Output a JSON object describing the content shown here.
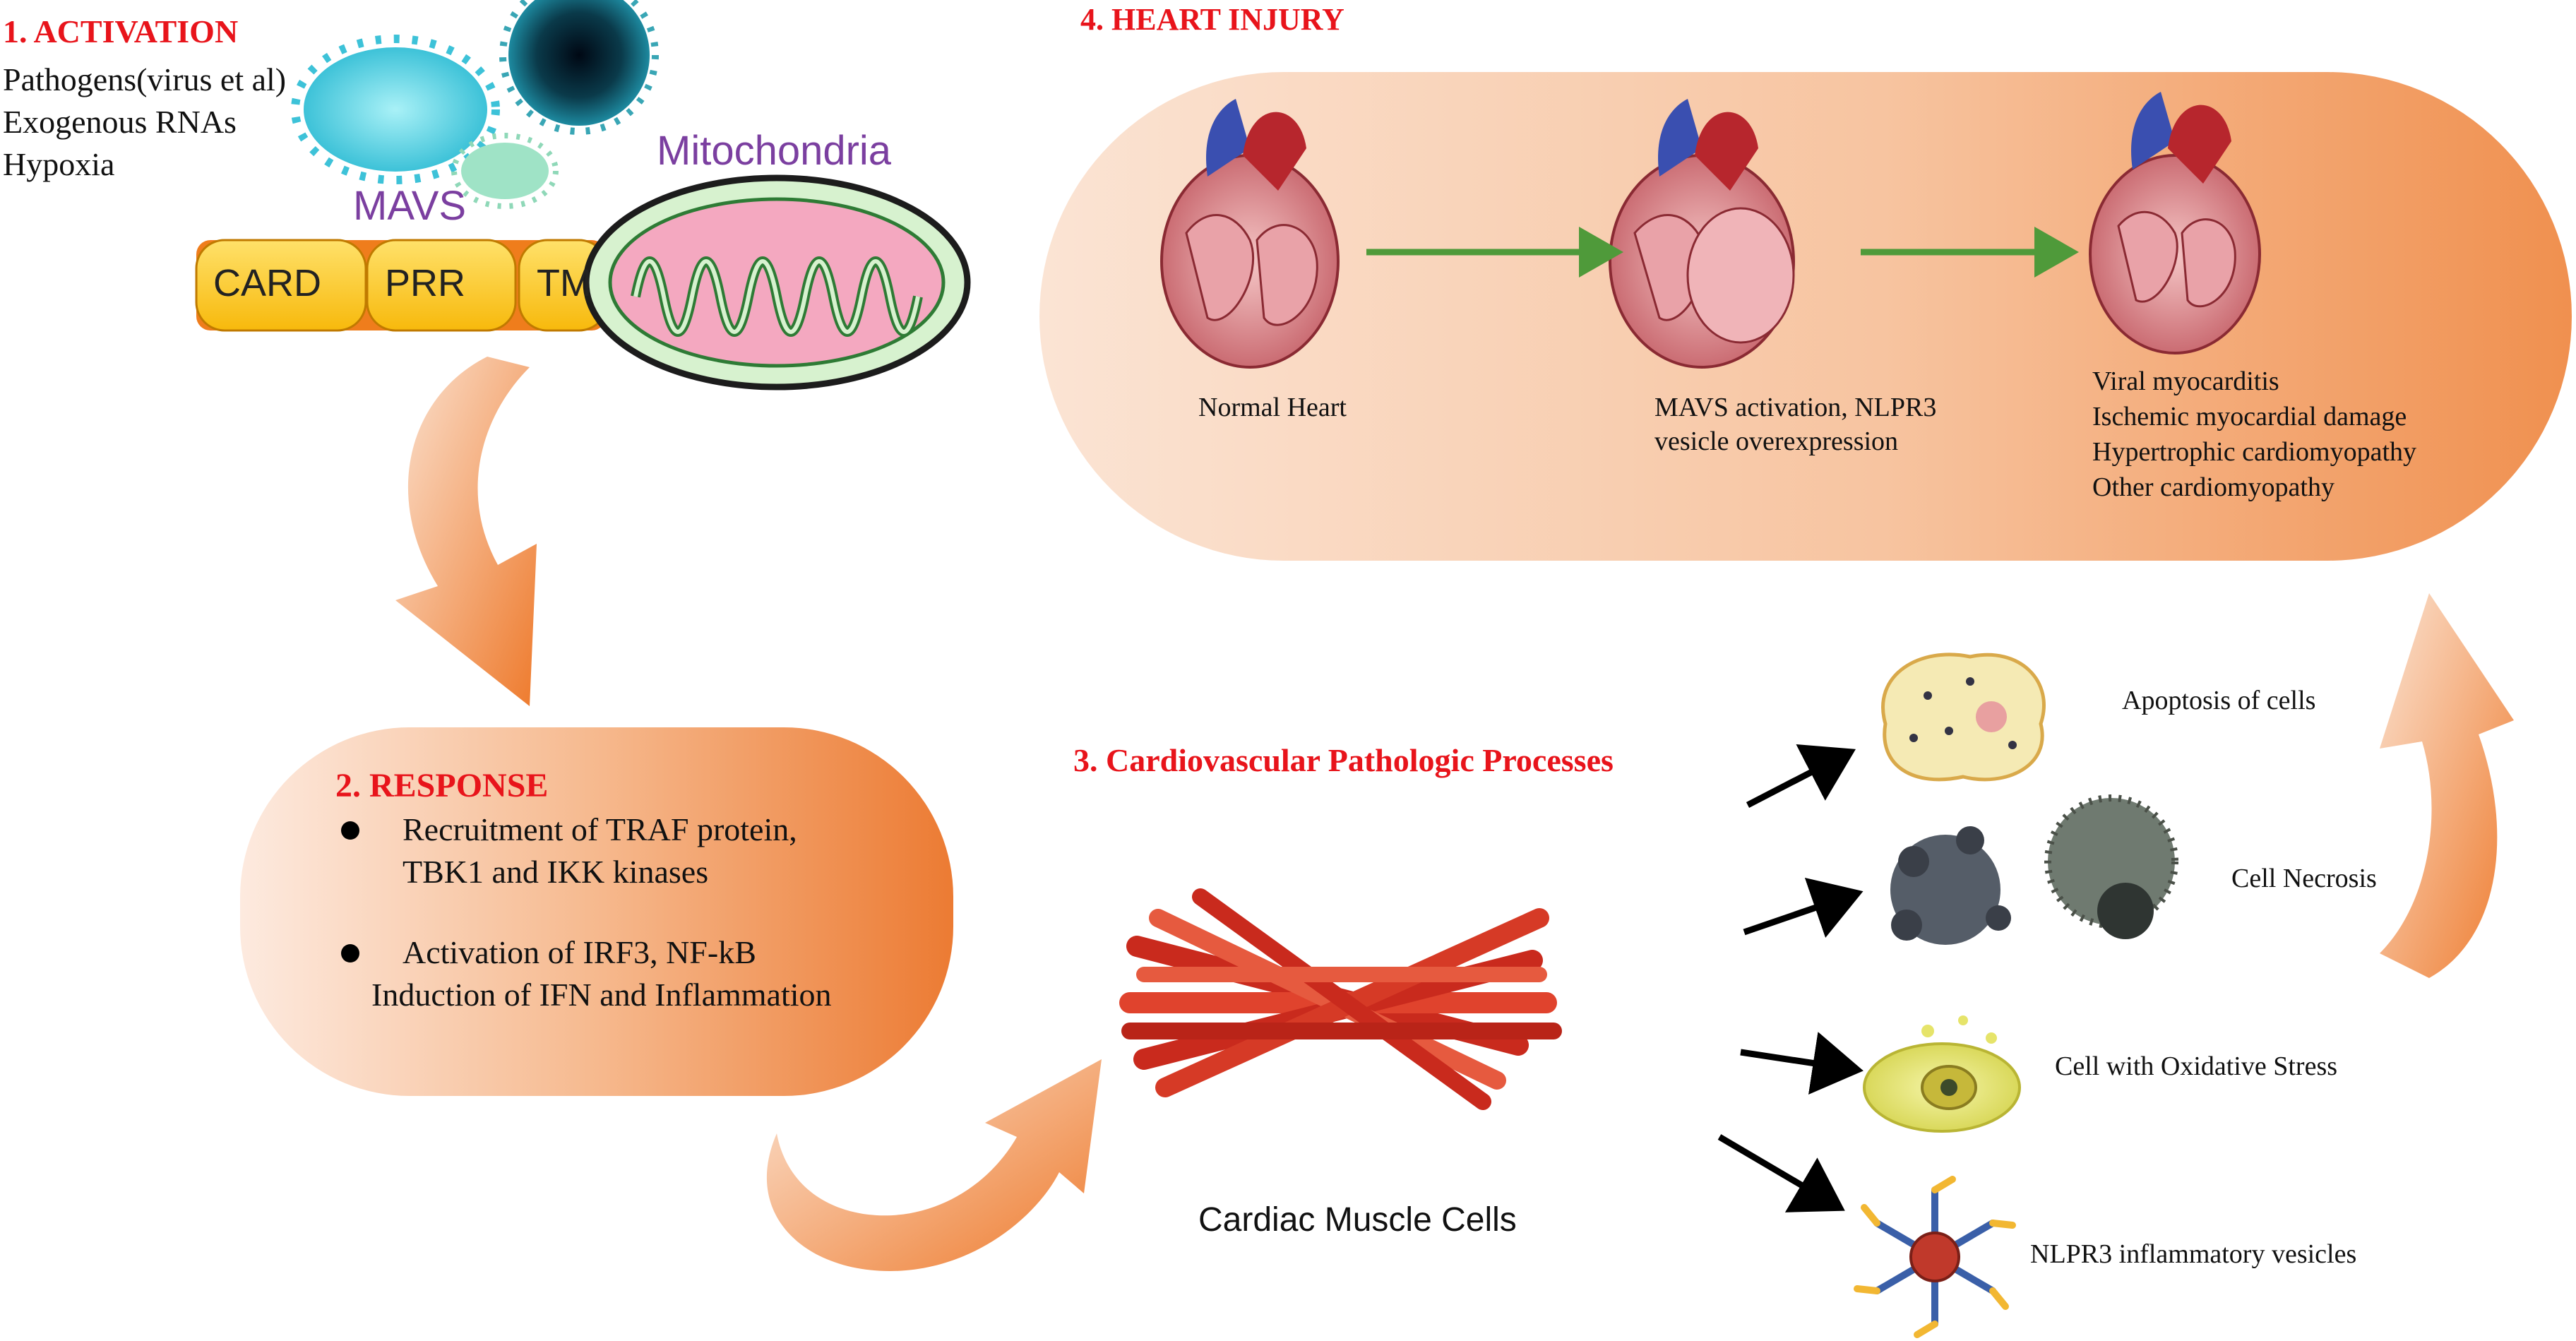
{
  "activation": {
    "title": "1. ACTIVATION",
    "items": [
      "Pathogens(virus et al)",
      "Exogenous RNAs",
      "Hypoxia"
    ],
    "mavs_label": "MAVS",
    "mitochondria_label": "Mitochondria",
    "domains": [
      "CARD",
      "PRR",
      "TM"
    ]
  },
  "response": {
    "title": "2. RESPONSE",
    "bullets": [
      {
        "line1": "Recruitment of TRAF protein,",
        "line2": "TBK1 and IKK kinases"
      },
      {
        "line1": "Activation of IRF3, NF-kB",
        "line2": "Induction of IFN and  Inflammation"
      }
    ]
  },
  "processes": {
    "title": "3. Cardiovascular Pathologic Processes",
    "cardiac_label": "Cardiac Muscle Cells",
    "outcomes": [
      "Apoptosis of cells",
      "Cell Necrosis",
      "Cell with Oxidative Stress",
      "NLPR3 inflammatory vesicles"
    ]
  },
  "injury": {
    "title": "4. HEART INJURY",
    "stage1": "Normal Heart",
    "stage2": {
      "line1": "MAVS activation, NLPR3",
      "line2": "vesicle overexpression"
    },
    "stage3": [
      "Viral myocarditis",
      "Ischemic myocardial damage",
      "Hypertrophic cardiomyopathy",
      "Other cardiomyopathy"
    ]
  },
  "colors": {
    "title_red": "#e8141b",
    "orange": "#ee7a2c",
    "peach": "#fbdcc6",
    "mavs_purple": "#7b3fa0",
    "green_arrow": "#4f9a3a"
  },
  "icons": [
    "virus-icon",
    "mitochondria-icon",
    "heart-icon",
    "muscle-fibers-icon",
    "apoptotic-cell-icon",
    "necrotic-cell-icon",
    "oxidative-stress-cell-icon",
    "inflammasome-icon"
  ]
}
